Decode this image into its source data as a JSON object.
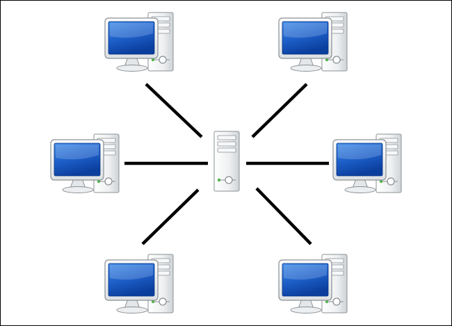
{
  "diagram": {
    "kind": "star-topology",
    "colors": {
      "background": "#ffffff",
      "border": "#000000",
      "link": "#000000",
      "screen_light": "#3f8ae6",
      "screen_dark": "#0b3f9e",
      "case_light": "#ffffff",
      "case_dark": "#cfd3d6",
      "outline": "#8a9095",
      "power_led": "#52b44a"
    },
    "hub": {
      "name": "server-tower",
      "icon": "server-tower-icon"
    },
    "nodes": [
      {
        "name": "computer-top-left",
        "icon": "desktop-computer-icon"
      },
      {
        "name": "computer-top-right",
        "icon": "desktop-computer-icon"
      },
      {
        "name": "computer-middle-left",
        "icon": "desktop-computer-icon"
      },
      {
        "name": "computer-middle-right",
        "icon": "desktop-computer-icon"
      },
      {
        "name": "computer-bottom-left",
        "icon": "desktop-computer-icon"
      },
      {
        "name": "computer-bottom-right",
        "icon": "desktop-computer-icon"
      }
    ],
    "links": [
      {
        "name": "link-top-left",
        "to": "computer-top-left"
      },
      {
        "name": "link-top-right",
        "to": "computer-top-right"
      },
      {
        "name": "link-middle-left",
        "to": "computer-middle-left"
      },
      {
        "name": "link-middle-right",
        "to": "computer-middle-right"
      },
      {
        "name": "link-bottom-left",
        "to": "computer-bottom-left"
      },
      {
        "name": "link-bottom-right",
        "to": "computer-bottom-right"
      }
    ]
  }
}
